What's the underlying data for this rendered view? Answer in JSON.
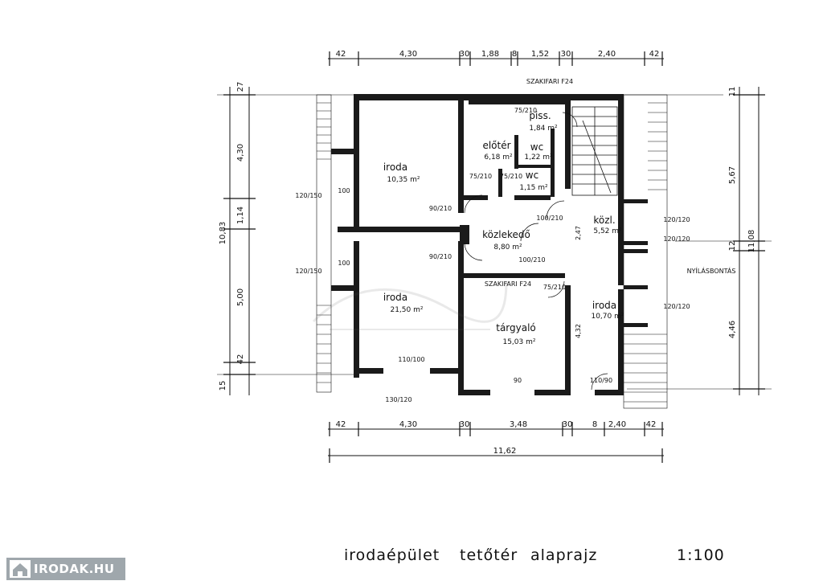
{
  "drawing": {
    "title_words": [
      "irodaépület",
      "tetőtér",
      "alaprajz"
    ],
    "scale": "1:100"
  },
  "logo": {
    "text": "IRODAK.HU",
    "icon": "house-icon"
  },
  "top_dims": [
    "42",
    "4,30",
    "30",
    "1,88",
    "8",
    "1,52",
    "30",
    "2,40",
    "42"
  ],
  "bottom_dims": [
    "42",
    "4,30",
    "30",
    "3,48",
    "30",
    "8",
    "2,40",
    "42"
  ],
  "bottom_total": "11,62",
  "left_dims": [
    "27",
    "4,30",
    "1,14",
    "5,00",
    "42",
    "10,83",
    "15"
  ],
  "right_dims": [
    "11",
    "5,67",
    "12",
    "4,46",
    "11,08"
  ],
  "notes": {
    "ridge_top": "SZAKIFARI F24",
    "ridge_mid": "SZAKIFARI F24",
    "opening": "NYÍLÁSBONTÁS"
  },
  "rooms": [
    {
      "name": "iroda",
      "area": "10,35 m²"
    },
    {
      "name": "iroda",
      "area": "21,50 m²"
    },
    {
      "name": "tárgyaló",
      "area": "15,03 m²"
    },
    {
      "name": "közlekedő",
      "area": "8,80 m²"
    },
    {
      "name": "előtér",
      "area": "6,18 m²"
    },
    {
      "name": "piss.",
      "area": "1,84 m²"
    },
    {
      "name": "wc",
      "area": "1,22 m²"
    },
    {
      "name": "wc",
      "area": "1,15 m²"
    },
    {
      "name": "közl.",
      "area": "5,52 m²"
    },
    {
      "name": "iroda",
      "area": "10,70 m²"
    }
  ],
  "openings": [
    "75/210",
    "120/150",
    "100",
    "120/150",
    "100",
    "90/210",
    "90/210",
    "75/210",
    "75/210",
    "100/210",
    "100/210",
    "75/210",
    "90",
    "110/100",
    "110/90",
    "120/120",
    "120/120",
    "120/120",
    "130/120",
    "2,47",
    "4,32"
  ]
}
